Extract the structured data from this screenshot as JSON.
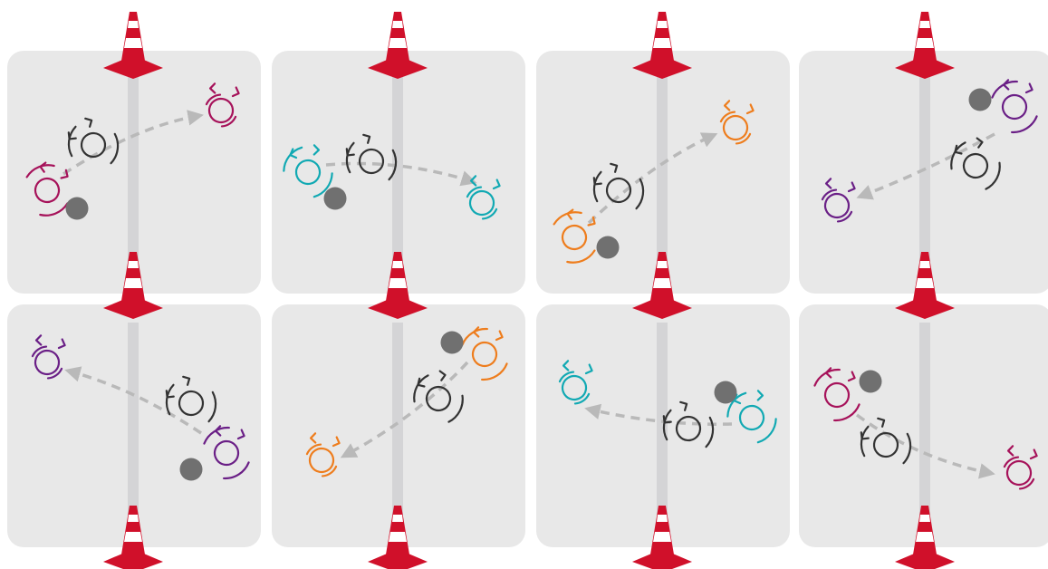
{
  "colors": {
    "panel": "#e8e8e8",
    "lane": "#d4d4d6",
    "cone_red": "#d0102a",
    "cone_white": "#ffffff",
    "path": "#b9b9b9",
    "ball": "#707070",
    "dark_player": "#333333",
    "magenta": "#a6125a",
    "teal": "#11a9b3",
    "orange": "#ee7d1d",
    "purple": "#6a1f86"
  },
  "panels": [
    {
      "id": "r1c1",
      "attacker_color": "magenta"
    },
    {
      "id": "r1c2",
      "attacker_color": "teal"
    },
    {
      "id": "r1c3",
      "attacker_color": "orange"
    },
    {
      "id": "r1c4",
      "attacker_color": "purple"
    },
    {
      "id": "r2c1",
      "attacker_color": "purple"
    },
    {
      "id": "r2c2",
      "attacker_color": "orange"
    },
    {
      "id": "r2c3",
      "attacker_color": "teal"
    },
    {
      "id": "r2c4",
      "attacker_color": "magenta"
    }
  ],
  "icons": {
    "cone": "traffic-cone-icon",
    "player": "player-topdown-icon",
    "ball": "ball-icon"
  }
}
